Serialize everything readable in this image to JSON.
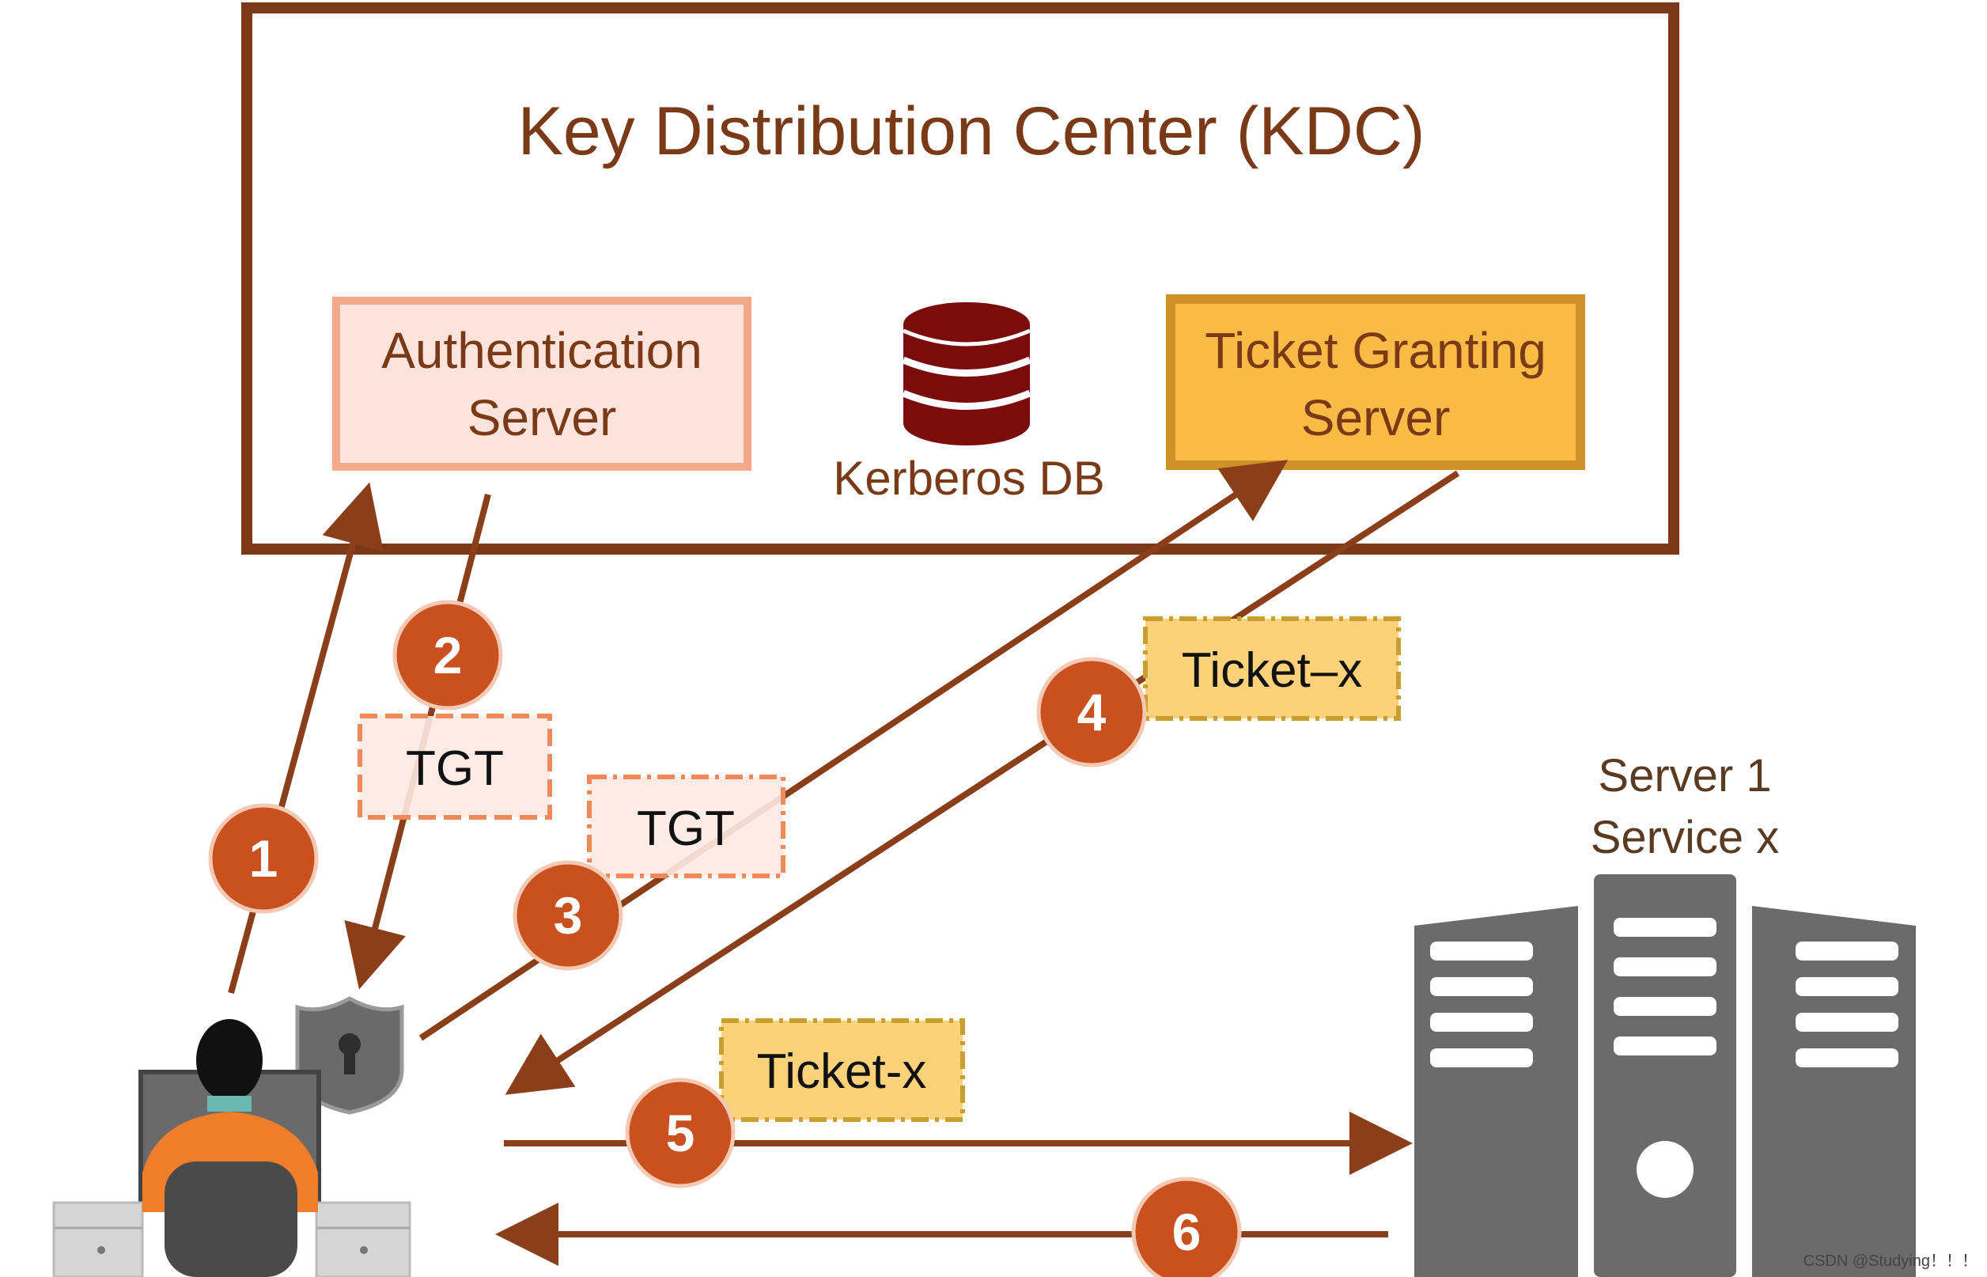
{
  "kdc": {
    "title": "Key Distribution Center (KDC)"
  },
  "authentication_server": {
    "line1": "Authentication",
    "line2": "Server"
  },
  "kerberos_db": {
    "label": "Kerberos DB"
  },
  "ticket_granting_server": {
    "line1": "Ticket Granting",
    "line2": "Server"
  },
  "tickets": {
    "tgt_1": "TGT",
    "tgt_2": "TGT",
    "ticket_x_tgs": "Ticket–x",
    "ticket_x_service": "Ticket-x"
  },
  "steps": [
    "1",
    "2",
    "3",
    "4",
    "5",
    "6"
  ],
  "server": {
    "line1": "Server 1",
    "line2": "Service x"
  },
  "watermark": "CSDN @Studying！！！",
  "colors": {
    "kdc_border": "#7a3a17",
    "arrow": "#8a3f1a",
    "step_circle": "#c8511f",
    "auth_fill": "#fce4dc",
    "auth_border": "#f4a98a",
    "tgs_fill": "#f9bb45",
    "tgs_border": "#cf922a",
    "ticket_fill": "#fbd27a",
    "db": "#7a0c0c",
    "server": "#6b6b6b"
  }
}
